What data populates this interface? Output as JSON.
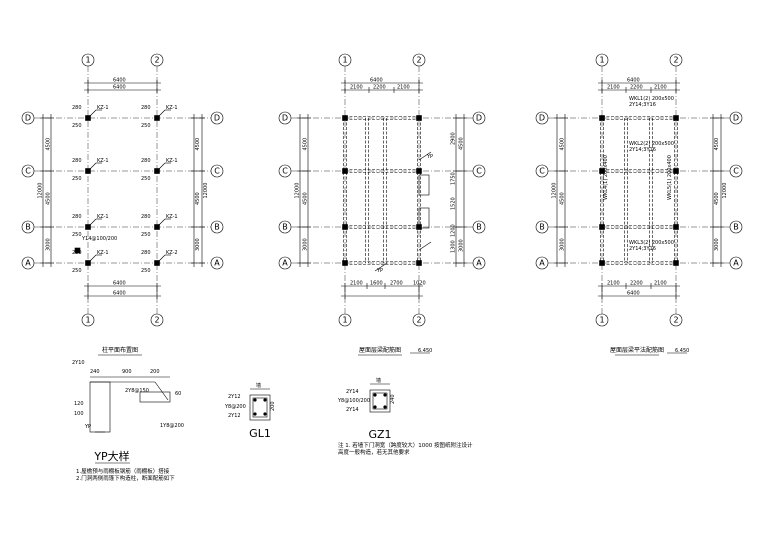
{
  "axes": {
    "numbers": [
      "1",
      "2"
    ],
    "letters": [
      "A",
      "B",
      "C",
      "D"
    ]
  },
  "plans": [
    {
      "title": "柱平面布置图",
      "top_dims": [
        "6400",
        "6400"
      ],
      "bottom_dims": [
        "6400",
        "6400"
      ],
      "left_dims": [
        "4500",
        "4500",
        "3000",
        "12000"
      ],
      "right_dims": [
        "4500",
        "4500",
        "3000",
        "12000"
      ],
      "column_tags": [
        "KZ-1",
        "KZ-1",
        "KZ-1",
        "KZ-1",
        "KZ-1",
        "KZ-1",
        "KZ-1",
        "KZ-2"
      ]
    },
    {
      "title": "屋面层梁配筋图",
      "level": "6.450",
      "top_dims": [
        "6400",
        "2100",
        "2200",
        "2100"
      ],
      "bottom_dims": [
        "2100",
        "1600",
        "2700",
        "1020"
      ],
      "left_dims": [
        "4500",
        "4500",
        "3000",
        "12000"
      ],
      "right_dims": [
        "2900",
        "1750",
        "1520",
        "1200",
        "1300",
        "4500",
        "3000"
      ]
    },
    {
      "title": "屋面层梁平法配筋图",
      "level": "6.450",
      "top_dims": [
        "6400",
        "2100",
        "2200",
        "2100"
      ],
      "bottom_dims": [
        "2100",
        "2200",
        "2100",
        "6400"
      ],
      "left_dims": [
        "4500",
        "4500",
        "3000",
        "12000"
      ],
      "right_dims": [
        "4500",
        "4500",
        "3000",
        "12000"
      ]
    }
  ],
  "details": {
    "yp": {
      "title": "YP大样",
      "labels": [
        "2Y10",
        "240",
        "900",
        "200",
        "2Y8@150",
        "1Y8@200",
        "YP",
        "120",
        "100",
        "60"
      ],
      "notes": [
        "1.屋檐预与雨棚板钢筋（雨棚板）搭接",
        "2.门洞两侧雨篷下构造柱，断面配筋如下"
      ]
    },
    "gl1": {
      "title": "GL1",
      "labels": [
        "墙",
        "2Y12",
        "Y8@200",
        "2Y12",
        "200"
      ]
    },
    "gz1": {
      "title": "GZ1",
      "labels": [
        "墙",
        "2Y14",
        "Y8@100/200",
        "2Y14",
        "240"
      ],
      "notes": [
        "注 1. 若墙下门洞宽（跨度较大）1000 按图纸附注设计",
        "  高度一般构造，若无其他要求"
      ]
    }
  }
}
